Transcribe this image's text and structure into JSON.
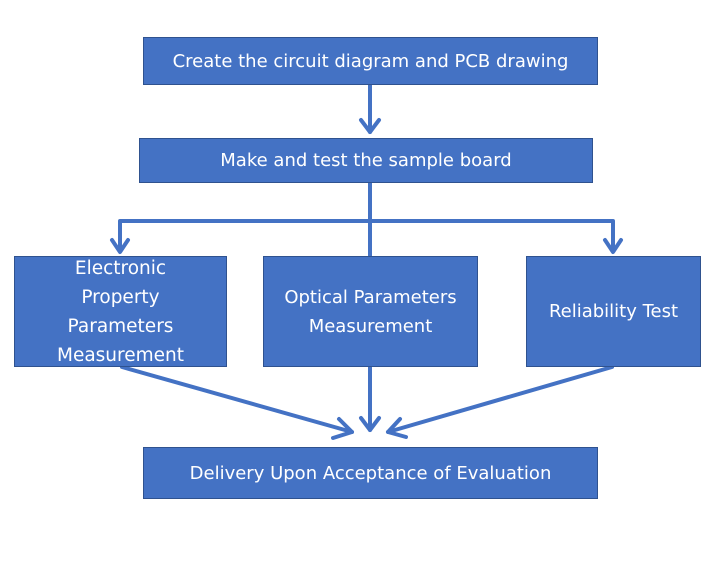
{
  "diagram": {
    "type": "flowchart",
    "colors": {
      "box_fill": "#4472c4",
      "box_border": "#2f528f",
      "text": "#ffffff",
      "arrow": "#4472c4",
      "background": "#ffffff"
    },
    "nodes": [
      {
        "id": "create_circuit",
        "label": "Create the circuit diagram and PCB drawing"
      },
      {
        "id": "make_test",
        "label": "Make and test the sample board"
      },
      {
        "id": "electronic",
        "label": "Electronic\nProperty\nParameters\nMeasurement"
      },
      {
        "id": "optical",
        "label": "Optical Parameters\nMeasurement"
      },
      {
        "id": "reliability",
        "label": "Reliability Test"
      },
      {
        "id": "delivery",
        "label": "Delivery Upon Acceptance of Evaluation"
      }
    ],
    "edges": [
      {
        "from": "create_circuit",
        "to": "make_test"
      },
      {
        "from": "make_test",
        "to": "electronic"
      },
      {
        "from": "make_test",
        "to": "optical"
      },
      {
        "from": "make_test",
        "to": "reliability"
      },
      {
        "from": "electronic",
        "to": "delivery"
      },
      {
        "from": "optical",
        "to": "delivery"
      },
      {
        "from": "reliability",
        "to": "delivery"
      }
    ]
  }
}
